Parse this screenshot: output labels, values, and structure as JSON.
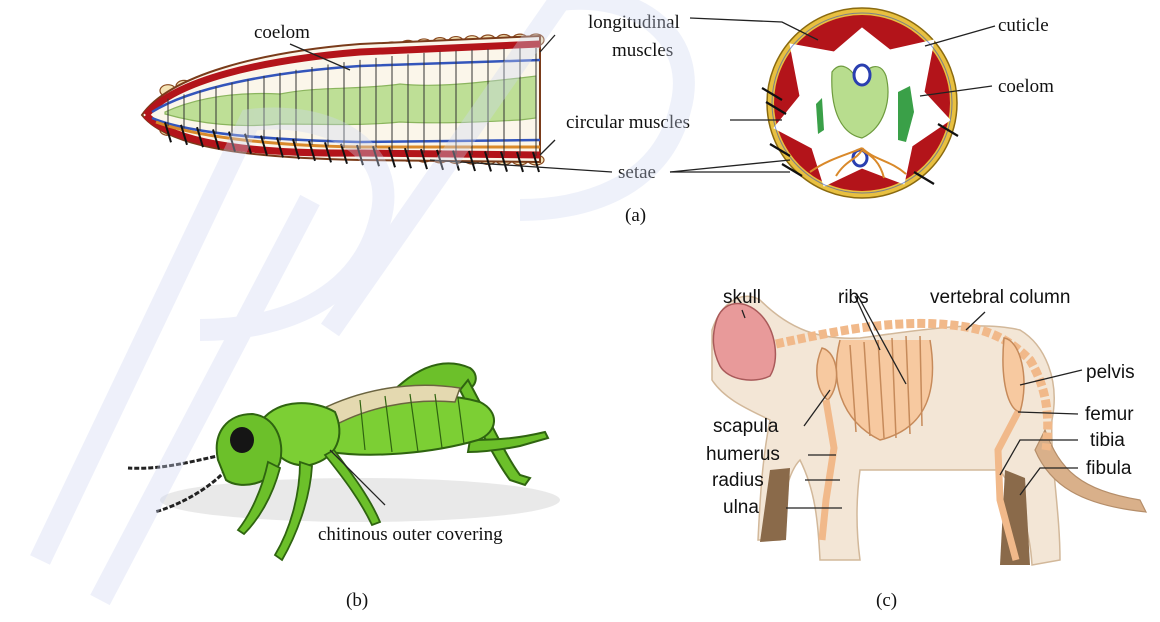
{
  "panel_a": {
    "caption": "(a)",
    "labels": {
      "coelom_left": "coelom",
      "longitudinal_1": "longitudinal",
      "longitudinal_2": "muscles",
      "circular": "circular muscles",
      "setae": "setae",
      "cuticle": "cuticle",
      "coelom_right": "coelom"
    }
  },
  "panel_b": {
    "caption": "(b)",
    "labels": {
      "chitinous": "chitinous outer covering"
    }
  },
  "panel_c": {
    "caption": "(c)",
    "labels": {
      "skull": "skull",
      "ribs": "ribs",
      "vertebral": "vertebral column",
      "pelvis": "pelvis",
      "scapula": "scapula",
      "humerus": "humerus",
      "radius": "radius",
      "ulna": "ulna",
      "femur": "femur",
      "tibia": "tibia",
      "fibula": "fibula"
    }
  },
  "colors": {
    "muscle_red": "#b3141a",
    "circular_blue": "#3355bb",
    "orange": "#d9892a",
    "gut_green": "#b8dd8e",
    "cuticle_yellow": "#e8c040",
    "grasshopper_green": "#6cc02a",
    "cat_body": "#f3e6d6",
    "bone": "#f1b98a",
    "skull_pink": "#e89a9a",
    "watermark": "#cfd7f2"
  }
}
